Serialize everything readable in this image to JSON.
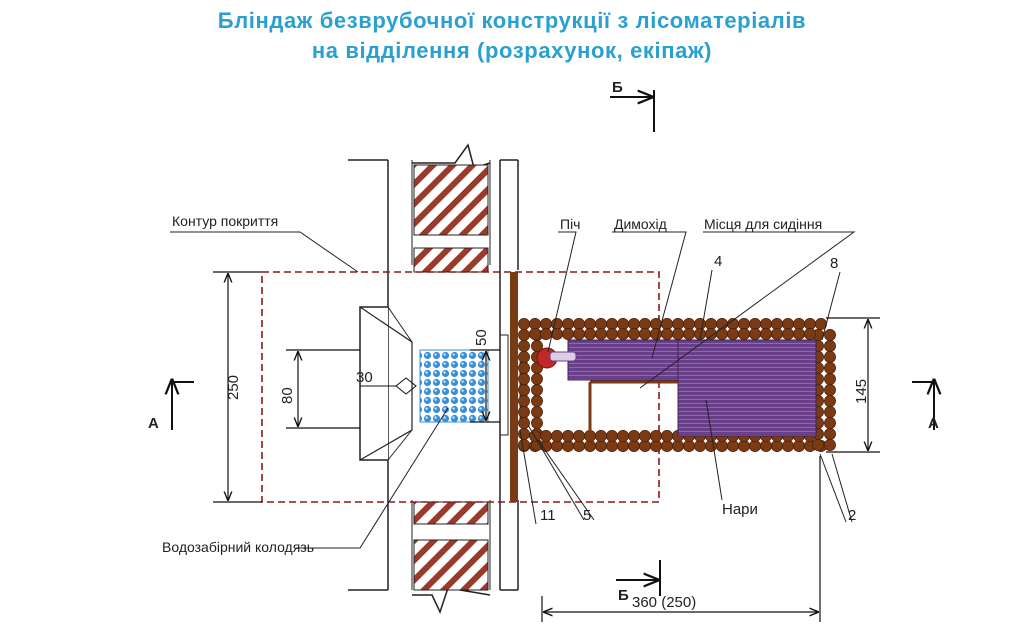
{
  "title": {
    "line1": "Бліндаж  безврубочної  конструкції  з  лісоматеріалів",
    "line2": "на  відділення (розрахунок, екіпаж)"
  },
  "colors": {
    "title": "#2aa0d0",
    "wood": "#7a3a14",
    "hatch": "#9a3a2a",
    "bunk": "#6a3f8a",
    "water": "#3a8fd8",
    "stove": "#c0282a",
    "contour": "#8a1a1a"
  },
  "labels": {
    "contour": "Контур покриття",
    "stove": "Піч",
    "chimney": "Димохід",
    "seats": "Місця для сидіння",
    "bunks": "Нари",
    "well": "Водозабірний колодязь",
    "num4": "4",
    "num8": "8",
    "num2": "2",
    "num11": "11",
    "num5": "5"
  },
  "dimensions": {
    "d250": "250",
    "d80": "80",
    "d30": "30",
    "d50": "50",
    "d145": "145",
    "d360": "360 (250)"
  },
  "sections": {
    "a_left": "А",
    "a_right": "А",
    "b_top": "Б",
    "b_bottom": "Б"
  }
}
